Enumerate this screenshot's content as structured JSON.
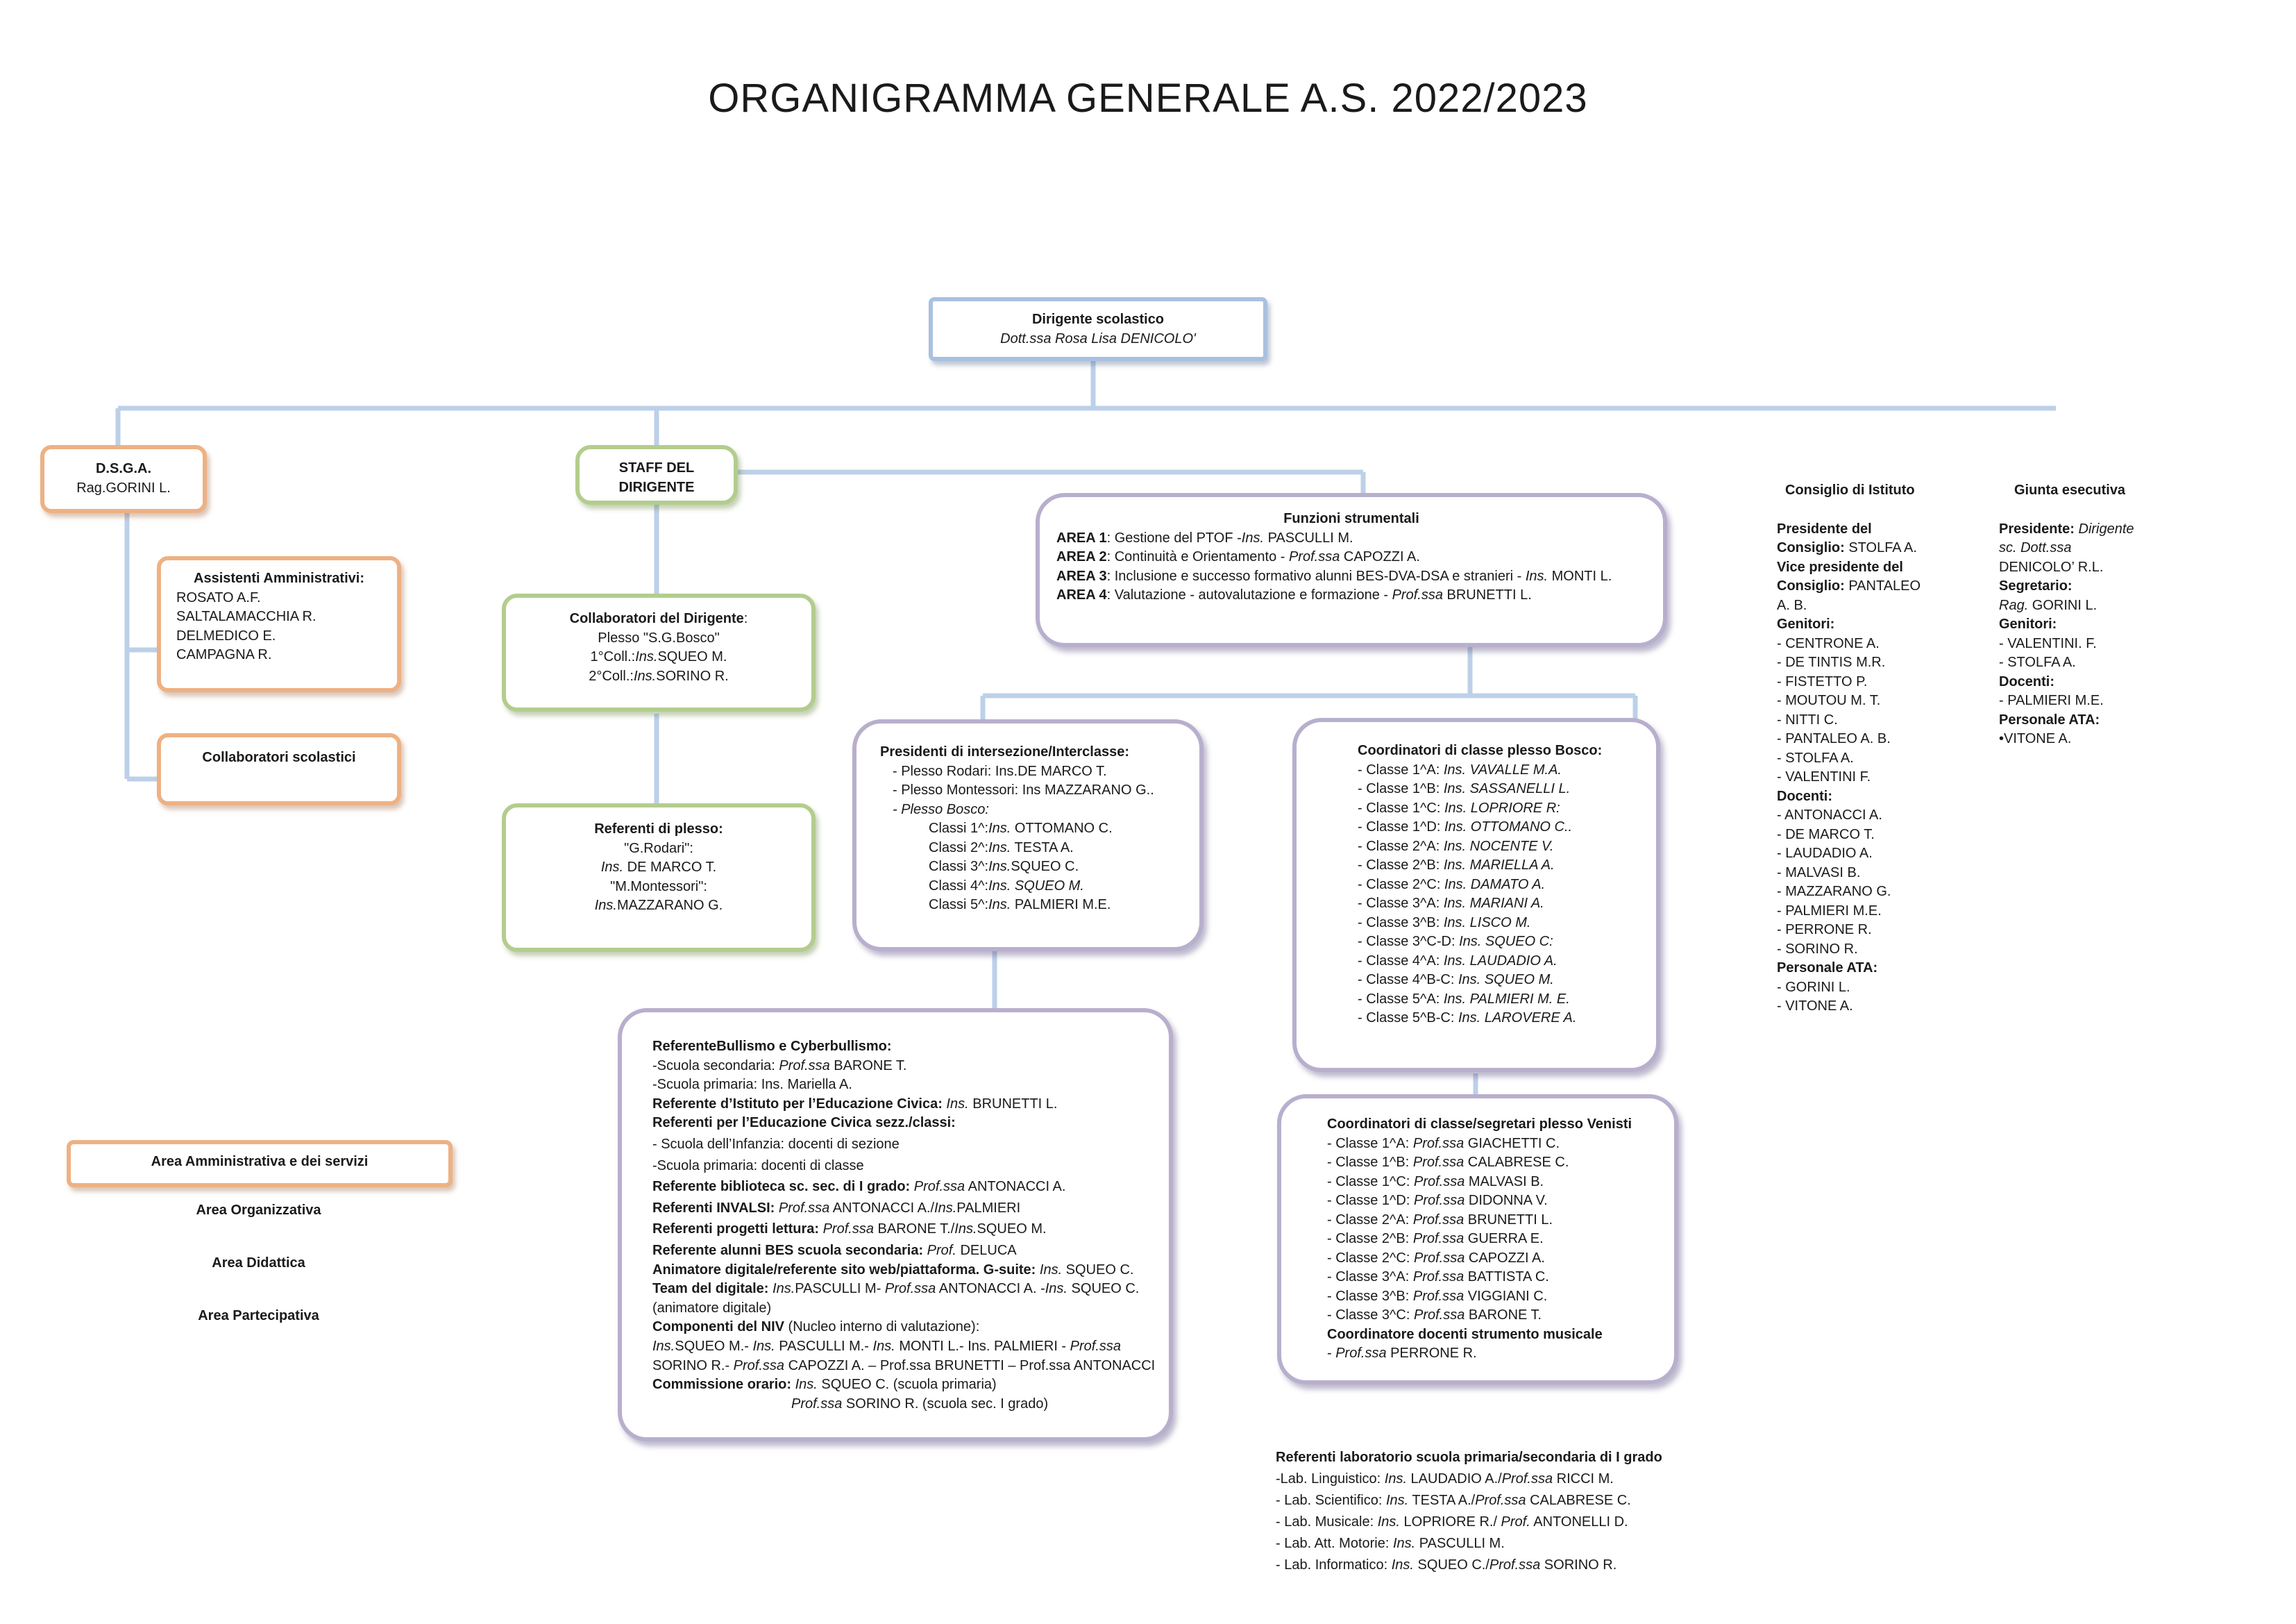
{
  "title": "ORGANIGRAMMA GENERALE A.S. 2022/2023",
  "colors": {
    "blue": "#a9c1e0",
    "orange": "#eeb183",
    "green": "#b3cd8d",
    "purple": "#b8afcd",
    "connector": "#bcd0e8"
  },
  "dirigente": {
    "heading": "Dirigente scolastico",
    "name": "Dott.ssa Rosa Lisa DENICOLO'"
  },
  "dsga": {
    "heading": "D.S.G.A.",
    "name": "Rag.GORINI L."
  },
  "assistenti": {
    "heading": "Assistenti Amministrativi:",
    "names": [
      "ROSATO A.F.",
      "SALTALAMACCHIA R.",
      "DELMEDICO E.",
      "CAMPAGNA R."
    ]
  },
  "collab_scol": {
    "heading": "Collaboratori scolastici"
  },
  "staff": {
    "line1": "STAFF DEL",
    "line2": "DIRIGENTE"
  },
  "collaboratori": {
    "heading": "Collaboratori del Dirigente",
    "colon": ":",
    "plesso": "Plesso \"S.G.Bosco\"",
    "c1": {
      "pre": "1°Coll.:",
      "role": "Ins.",
      "name": "SQUEO M."
    },
    "c2": {
      "pre": "2°Coll.:",
      "role": "Ins.",
      "name": "SORINO R."
    }
  },
  "referenti_plesso": {
    "heading": "Referenti di plesso:",
    "p1": "\"G.Rodari\":",
    "p1_role": "Ins.",
    "p1_name": " DE MARCO T.",
    "p2": "\"M.Montessori\":",
    "p2_role": "Ins.",
    "p2_name": "MAZZARANO G."
  },
  "funzioni": {
    "heading": "Funzioni strumentali",
    "areas": [
      {
        "label": "AREA 1",
        "text": ": Gestione del PTOF -",
        "role": "Ins.",
        "name": " PASCULLI M."
      },
      {
        "label": "AREA 2",
        "text": ": Continuità e Orientamento - ",
        "role": "Prof.ssa",
        "name": " CAPOZZI A."
      },
      {
        "label": "AREA 3",
        "text": ":  Inclusione e successo formativo alunni  BES-DVA-DSA  e stranieri  - ",
        "role": "Ins.",
        "name": " MONTI L."
      },
      {
        "label": "AREA 4",
        "text": ": Valutazione - autovalutazione e formazione - ",
        "role": "Prof.ssa",
        "name": " BRUNETTI L."
      }
    ]
  },
  "presidenti": {
    "heading": "Presidenti di intersezione/Interclasse:",
    "rodari": "- Plesso Rodari: Ins.DE MARCO T.",
    "montessori": "- Plesso Montessori: Ins MAZZARANO G..",
    "bosco": "- Plesso Bosco:",
    "classi": [
      {
        "c": "Classi 1^:",
        "role": "Ins.",
        "name": " OTTOMANO C.",
        "nameItalic": false
      },
      {
        "c": "Classi 2^:",
        "role": "Ins.",
        "name": " TESTA A.",
        "nameItalic": false
      },
      {
        "c": "Classi 3^:",
        "role": "Ins.",
        "name": "SQUEO C.",
        "nameItalic": false
      },
      {
        "c": "Classi 4^:",
        "role": "Ins.",
        "name": " SQUEO M.",
        "nameItalic": true
      },
      {
        "c": "Classi 5^:",
        "role": "Ins.",
        "name": " PALMIERI M.E.",
        "nameItalic": false
      }
    ]
  },
  "coord_bosco": {
    "heading": "Coordinatori di classe plesso Bosco:",
    "items": [
      {
        "c": "- Classe 1^A:",
        "role": " Ins.",
        "name": " VAVALLE M.A."
      },
      {
        "c": "- Classe 1^B:",
        "role": " Ins.",
        "name": " SASSANELLI L."
      },
      {
        "c": "- Classe 1^C:",
        "role": " Ins.",
        "name": " LOPRIORE R:"
      },
      {
        "c": "- Classe 1^D:",
        "role": " Ins.",
        "name": " OTTOMANO C.."
      },
      {
        "c": "- Classe 2^A:",
        "role": " Ins.",
        "name": " NOCENTE V."
      },
      {
        "c": "- Classe 2^B:",
        "role": " Ins.",
        "name": " MARIELLA A."
      },
      {
        "c": "- Classe 2^C:",
        "role": " Ins.",
        "name": " DAMATO A."
      },
      {
        "c": "- Classe 3^A:",
        "role": " Ins.",
        "name": " MARIANI A."
      },
      {
        "c": "- Classe 3^B:",
        "role": " Ins.",
        "name": " LISCO  M."
      },
      {
        "c": "- Classe 3^C-D:",
        "role": " Ins.",
        "name": " SQUEO C:"
      },
      {
        "c": "- Classe 4^A:",
        "role": " Ins.",
        "name": " LAUDADIO A."
      },
      {
        "c": "- Classe 4^B-C:",
        "role": " Ins.",
        "name": " SQUEO M."
      },
      {
        "c": "- Classe 5^A:",
        "role": " Ins.",
        "name": " PALMIERI M. E."
      },
      {
        "c": "- Classe 5^B-C:",
        "role": " Ins.",
        "name": " LAROVERE A."
      }
    ]
  },
  "referenti_big": {
    "bullismo": {
      "label": "ReferenteBullismo e Cyberbullismo:"
    },
    "bull_sec": {
      "pre": "-Scuola secondaria: ",
      "role": "Prof.ssa",
      "name": " BARONE T."
    },
    "bull_pri": "-Scuola primaria: Ins. Mariella A.",
    "civica_ist": {
      "label": "Referente d’Istituto per l’Educazione Civica:",
      "role": " Ins.",
      "name": " BRUNETTI L."
    },
    "civica_sez": {
      "label": "Referenti per l’Educazione Civica sezz./classi:"
    },
    "civica_inf": "- Scuola dell’Infanzia: docenti di sezione",
    "civica_pri": "-Scuola primaria: docenti di classe",
    "biblioteca": {
      "label": "Referente biblioteca sc. sec. di I grado:",
      "role": " Prof.ssa",
      "name": " ANTONACCI A."
    },
    "invalsi": {
      "label": "Referenti INVALSI:",
      "role": " Prof.ssa",
      "name": " ANTONACCI A./",
      "role2": "Ins.",
      "name2": "PALMIERI"
    },
    "lettura": {
      "label": "Referenti progetti lettura:",
      "role": " Prof.ssa",
      "name": " BARONE T./",
      "role2": "Ins.",
      "name2": "SQUEO M."
    },
    "bes": {
      "label": "Referente alunni BES scuola secondaria:",
      "role": " Prof.",
      "name": " DELUCA"
    },
    "animatore": {
      "label": "Animatore digitale/referente sito web/piattaforma. G-suite:",
      "role": " Ins.",
      "name": " SQUEO C."
    },
    "team": {
      "label": "Team del digitale:",
      "r1": " Ins.",
      "n1": "PASCULLI M- ",
      "r2": "Prof.ssa",
      "n2": " ANTONACCI A. -",
      "r3": "Ins.",
      "n3": " SQUEO C."
    },
    "team2": "(animatore digitale)",
    "niv": {
      "label": "Componenti del NIV",
      "rest": " (Nucleo interno di valutazione):"
    },
    "niv_l1": {
      "r1": "Ins.",
      "n1": "SQUEO M.- ",
      "r2": "Ins.",
      "n2": " PASCULLI M.- ",
      "r3": "Ins.",
      "n3": " MONTI L.- Ins. PALMIERI - ",
      "r4": "Prof.ssa"
    },
    "niv_l2": {
      "n1": "SORINO R.- ",
      "r1": "Prof.ssa",
      "n2": " CAPOZZI A. – Prof.ssa BRUNETTI – Prof.ssa ANTONACCI"
    },
    "orario": {
      "label": "Commissione orario:",
      "role": " Ins.",
      "name": " SQUEO C. (scuola primaria)"
    },
    "orario2": {
      "role": "Prof.ssa",
      "name": " SORINO R. (scuola sec. I grado)"
    }
  },
  "coord_venisti": {
    "heading": "Coordinatori di classe/segretari plesso Venisti",
    "items": [
      {
        "c": "- Classe 1^A:",
        "role": " Prof.ssa",
        "name": " GIACHETTI C."
      },
      {
        "c": "- Classe 1^B:",
        "role": " Prof.ssa",
        "name": " CALABRESE C."
      },
      {
        "c": "- Classe 1^C:",
        "role": " Prof.ssa",
        "name": " MALVASI B."
      },
      {
        "c": "- Classe 1^D:",
        "role": " Prof.ssa",
        "name": " DIDONNA V."
      },
      {
        "c": "- Classe 2^A:",
        "role": " Prof.ssa",
        "name": " BRUNETTI L."
      },
      {
        "c": "- Classe 2^B:",
        "role": " Prof.ssa",
        "name": "  GUERRA E."
      },
      {
        "c": "- Classe 2^C:",
        "role": " Prof.ssa",
        "name": " CAPOZZI A."
      },
      {
        "c": "- Classe 3^A:",
        "role": " Prof.ssa",
        "name": " BATTISTA C."
      },
      {
        "c": "- Classe 3^B:",
        "role": " Prof.ssa",
        "name": " VIGGIANI C."
      },
      {
        "c": "- Classe 3^C:",
        "role": " Prof.ssa",
        "name": " BARONE T."
      }
    ],
    "music_heading": "Coordinatore docenti strumento musicale",
    "music": {
      "c": "- ",
      "role": "Prof.ssa",
      "name": "  PERRONE R."
    }
  },
  "laboratori": {
    "heading": "Referenti laboratorio scuola primaria/secondaria di I grado",
    "items": [
      {
        "c": "-Lab. Linguistico:",
        "r1": " Ins.",
        "n1": " LAUDADIO A./",
        "r2": "Prof.ssa",
        "n2": " RICCI M."
      },
      {
        "c": "- Lab. Scientifico:",
        "r1": " Ins.",
        "n1": " TESTA A./",
        "r2": "Prof.ssa",
        "n2": " CALABRESE C."
      },
      {
        "c": "- Lab. Musicale:",
        "r1": " Ins.",
        "n1": " LOPRIORE R./",
        "r2": " Prof.",
        "n2": " ANTONELLI D."
      },
      {
        "c": "- Lab. Att. Motorie:",
        "r1": " Ins.",
        "n1": " PASCULLI M.",
        "r2": "",
        "n2": ""
      },
      {
        "c": "- Lab. Informatico:",
        "r1": " Ins.",
        "n1": " SQUEO C./",
        "r2": "Prof.ssa",
        "n2": " SORINO R."
      }
    ]
  },
  "consiglio": {
    "heading": "Consiglio di Istituto",
    "pres_label": "Presidente del",
    "pres_label2": "Consiglio:",
    "pres_name": " STOLFA A.",
    "vice_label": "Vice presidente del",
    "vice_label2": "Consiglio:",
    "vice_name": " PANTALEO",
    "vice_name2": "A. B.",
    "genitori_label": "Genitori:",
    "genitori": [
      "- CENTRONE A.",
      "- DE TINTIS M.R.",
      "- FISTETTO P.",
      "- MOUTOU M. T.",
      "- NITTI C.",
      "- PANTALEO A. B.",
      "- STOLFA A.",
      "- VALENTINI F."
    ],
    "docenti_label": "Docenti:",
    "docenti": [
      "- ANTONACCI A.",
      "- DE MARCO T.",
      "- LAUDADIO A.",
      "- MALVASI B.",
      "- MAZZARANO G.",
      "- PALMIERI M.E.",
      "- PERRONE R.",
      "- SORINO R."
    ],
    "ata_label": "Personale ATA:",
    "ata": [
      "- GORINI L.",
      "- VITONE A."
    ]
  },
  "giunta": {
    "heading": "Giunta esecutiva",
    "pres_label": "Presidente:",
    "pres_role": " Dirigente",
    "pres_role2": "sc. Dott.ssa",
    "pres_name": "DENICOLO’ R.L.",
    "segr_label": "Segretario:",
    "segr_role": "Rag.",
    "segr_name": " GORINI L.",
    "genitori_label": "Genitori:",
    "genitori": [
      "- VALENTINI. F.",
      "- STOLFA A."
    ],
    "docenti_label": "Docenti:",
    "docenti": [
      "- PALMIERI M.E."
    ],
    "ata_label": "Personale ATA:",
    "ata": [
      "•VITONE A."
    ]
  },
  "aree": {
    "amministrativa": "Area Amministrativa e dei servizi",
    "organizzativa": "Area Organizzativa",
    "didattica": "Area Didattica",
    "partecipativa": "Area Partecipativa"
  }
}
